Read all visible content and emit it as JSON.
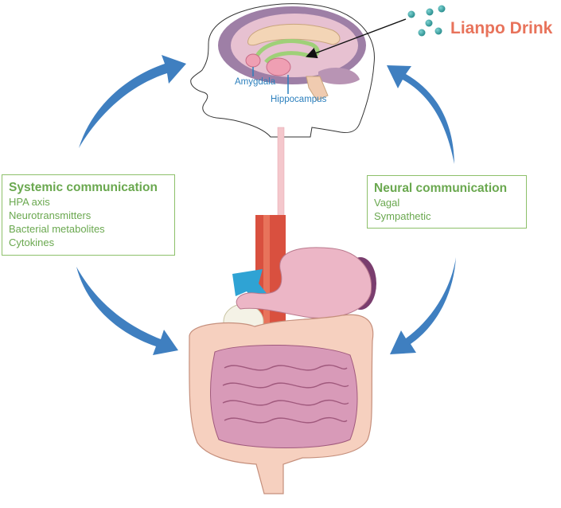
{
  "labels": {
    "amygdala": "Amygdala",
    "hippocampus": "Hippocampus",
    "drink": "Lianpo Drink"
  },
  "systemic": {
    "title": "Systemic communication",
    "items": [
      "HPA axis",
      "Neurotransmitters",
      "Bacterial metabolites",
      "Cytokines"
    ]
  },
  "neural": {
    "title": "Neural communication",
    "items": [
      "Vagal",
      "Sympathetic"
    ]
  },
  "colors": {
    "arrow": "#3f7fc0",
    "box_border": "#8dc06a",
    "box_text": "#6aa84f",
    "drink_text": "#e8735b",
    "region_label": "#2b7fbd",
    "dots": "#3aa3a3"
  }
}
